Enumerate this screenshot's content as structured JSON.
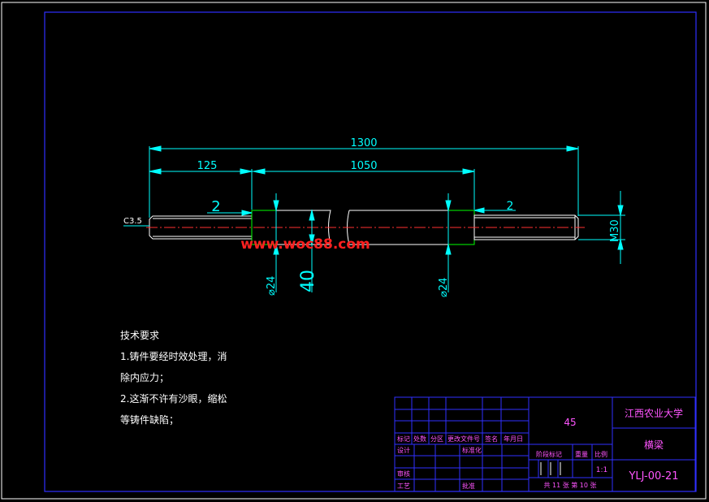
{
  "colors": {
    "background": "#000000",
    "frame": "#ffffff",
    "border": "#3030ff",
    "part": "#ffffff",
    "dimension": "#00ffff",
    "centerline": "#ff3030",
    "shoulder": "#00ff00",
    "text": "#ffffff",
    "title_block": "#3030ff",
    "title_text": "#ff55ff",
    "watermark": "#ff2020"
  },
  "drawing": {
    "dimensions": {
      "overall": "1300",
      "left_end": "125",
      "middle": "1050",
      "chamfer_left": "2",
      "chamfer_right": "2",
      "chamfer_spec": "C3.5",
      "thread": "M30",
      "dia_left": "⌀24",
      "dia_main": "40",
      "dia_right": "⌀24"
    },
    "watermark": "www.woc88.com"
  },
  "notes": {
    "title": "技术要求",
    "lines": [
      "1.铸件要经时效处理，消",
      "除内应力；",
      "2.这渐不许有沙眼，缩松",
      "等铸件缺陷；"
    ]
  },
  "title_block": {
    "material": "45",
    "school": "江西农业大学",
    "part_name": "横梁",
    "drawing_no": "YLJ-00-21",
    "row_headers": [
      "标记",
      "处数",
      "分区",
      "更改文件号",
      "签名",
      "年月日"
    ],
    "design": "设计",
    "standardize": "标准化",
    "review": "审核",
    "process": "工艺",
    "approve": "批准",
    "stage_mark": "阶段标记",
    "weight": "重量",
    "scale": "比例",
    "scale_value": "1:1",
    "sheet_info": "共 11 张  第 10 张"
  }
}
